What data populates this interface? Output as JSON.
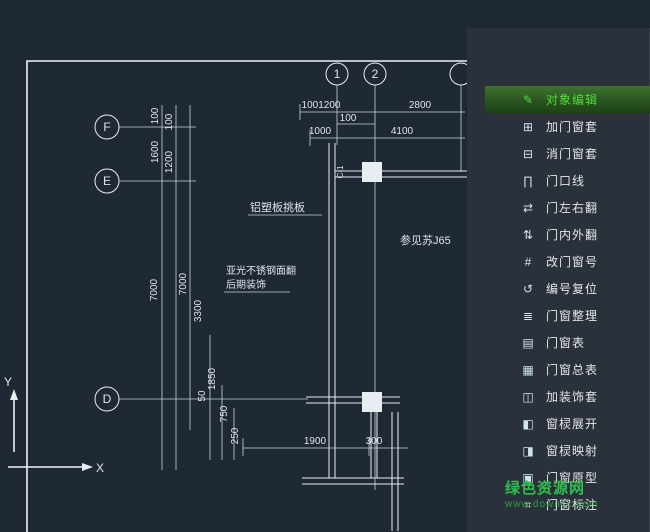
{
  "colors": {
    "background": "#1f2935",
    "panel_background": "#2b313a",
    "accent_green": "#4fdd3c",
    "line_white": "#e8edf2",
    "watermark_green": "#2fbf4f"
  },
  "panel": {
    "items": [
      {
        "label": "对象编辑",
        "icon": "edit-object-icon",
        "glyph": "✎",
        "active": true
      },
      {
        "label": "加门窗套",
        "icon": "add-door-window-casing-icon",
        "glyph": "⊞",
        "active": false
      },
      {
        "label": "消门窗套",
        "icon": "remove-door-window-casing-icon",
        "glyph": "⊟",
        "active": false
      },
      {
        "label": "门口线",
        "icon": "door-line-icon",
        "glyph": "∏",
        "active": false
      },
      {
        "label": "门左右翻",
        "icon": "flip-left-right-icon",
        "glyph": "⇄",
        "active": false
      },
      {
        "label": "门内外翻",
        "icon": "flip-in-out-icon",
        "glyph": "⇅",
        "active": false
      },
      {
        "label": "改门窗号",
        "icon": "change-door-window-number-icon",
        "glyph": "#",
        "active": false
      },
      {
        "label": "编号复位",
        "icon": "reset-number-icon",
        "glyph": "↺",
        "active": false
      },
      {
        "label": "门窗整理",
        "icon": "tidy-door-window-icon",
        "glyph": "≣",
        "active": false
      },
      {
        "label": "门窗表",
        "icon": "door-window-table-icon",
        "glyph": "▤",
        "active": false
      },
      {
        "label": "门窗总表",
        "icon": "door-window-total-table-icon",
        "glyph": "▦",
        "active": false
      },
      {
        "label": "加装饰套",
        "icon": "add-decor-casing-icon",
        "glyph": "◫",
        "active": false
      },
      {
        "label": "窗棂展开",
        "icon": "mullion-expand-icon",
        "glyph": "◧",
        "active": false
      },
      {
        "label": "窗棂映射",
        "icon": "mullion-map-icon",
        "glyph": "◨",
        "active": false
      },
      {
        "label": "门窗原型",
        "icon": "door-window-prototype-icon",
        "glyph": "▣",
        "active": false
      },
      {
        "label": "门窗标注",
        "icon": "door-window-annotation-icon",
        "glyph": "⌗",
        "active": false
      }
    ]
  },
  "watermark": {
    "site_name": "绿色资源网",
    "site_url": "www.downcc.com"
  },
  "drawing": {
    "axes": {
      "row_f": "F",
      "row_e": "E",
      "row_d": "D",
      "col_1": "1",
      "col_2": "2"
    },
    "dims": {
      "top_a": "1001200",
      "top_b": "2800",
      "mid": "100",
      "low_a": "1000",
      "low_b": "4100",
      "v1": "100",
      "v2": "1600",
      "v3": "100",
      "v4": "1200",
      "v5": "7000",
      "v6": "7000",
      "v7": "3300",
      "v8": "1850",
      "v9": "50",
      "v10": "750",
      "v11": "250",
      "b1": "1900",
      "b2": "300"
    },
    "labels": {
      "panel_label": "铝塑板挑板",
      "ref_label": "参见苏J65",
      "finish_line1": "亚光不锈钢面翻",
      "finish_line2": "后期装饰",
      "wall_tag": "C-1"
    },
    "ucs": {
      "x_label": "X",
      "y_label": "Y"
    }
  }
}
